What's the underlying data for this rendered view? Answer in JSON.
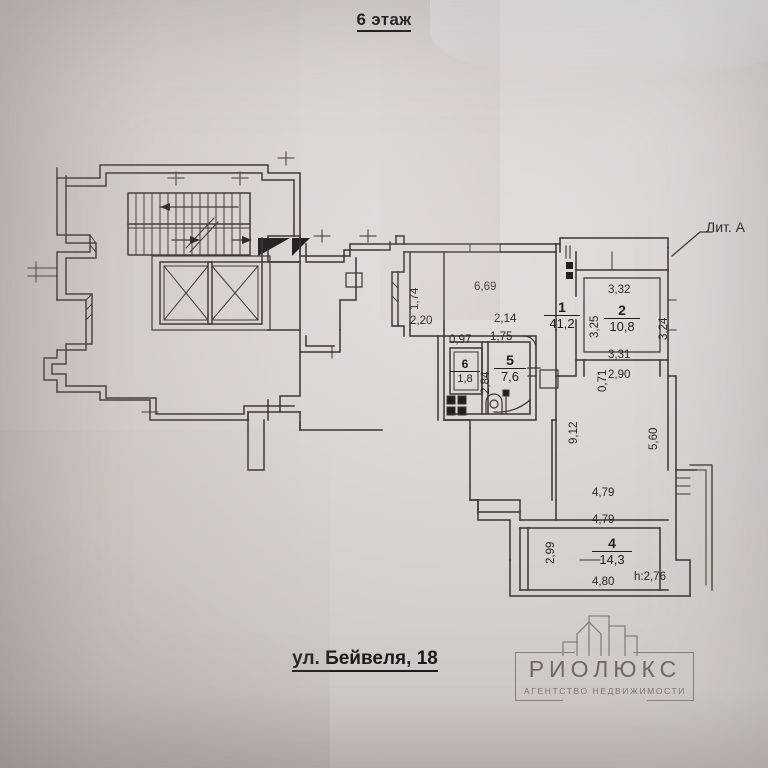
{
  "document": {
    "title": "6 этаж",
    "address": "ул. Бейвеля, 18",
    "building_letter": "Лит. А",
    "ceiling_height": "h:2,76"
  },
  "watermark": {
    "brand": "РИОЛЮКС",
    "tagline": "АГЕНТСТВО НЕДВИЖИМОСТИ",
    "icon": "buildings-icon"
  },
  "rooms": [
    {
      "number": "1",
      "area": "41,2"
    },
    {
      "number": "2",
      "area": "10,8"
    },
    {
      "number": "4",
      "area": "14,3"
    },
    {
      "number": "5",
      "area": "7,6"
    },
    {
      "number": "6",
      "area": "1,8"
    }
  ],
  "dimensions": {
    "d_6_69": "6,69",
    "d_1_74": "1,74",
    "d_2_20": "2,20",
    "d_2_14": "2,14",
    "d_1_75": "1,75",
    "d_0_97": "0,97",
    "d_2_84": "2,84",
    "d_3_32": "3,32",
    "d_3_25": "3,25",
    "d_3_24": "3,24",
    "d_3_31": "3,31",
    "d_2_90": "2,90",
    "d_0_71": "0,71",
    "d_9_12": "9,12",
    "d_5_60": "5,60",
    "d_4_79_a": "4,79",
    "d_4_79_b": "4,79",
    "d_2_99": "2,99",
    "d_4_80": "4,80"
  },
  "features": {
    "staircase": "staircase-icon",
    "elevator_left": "elevator-shaft-icon",
    "elevator_right": "elevator-shaft-icon",
    "balcony": "balcony-outline"
  }
}
